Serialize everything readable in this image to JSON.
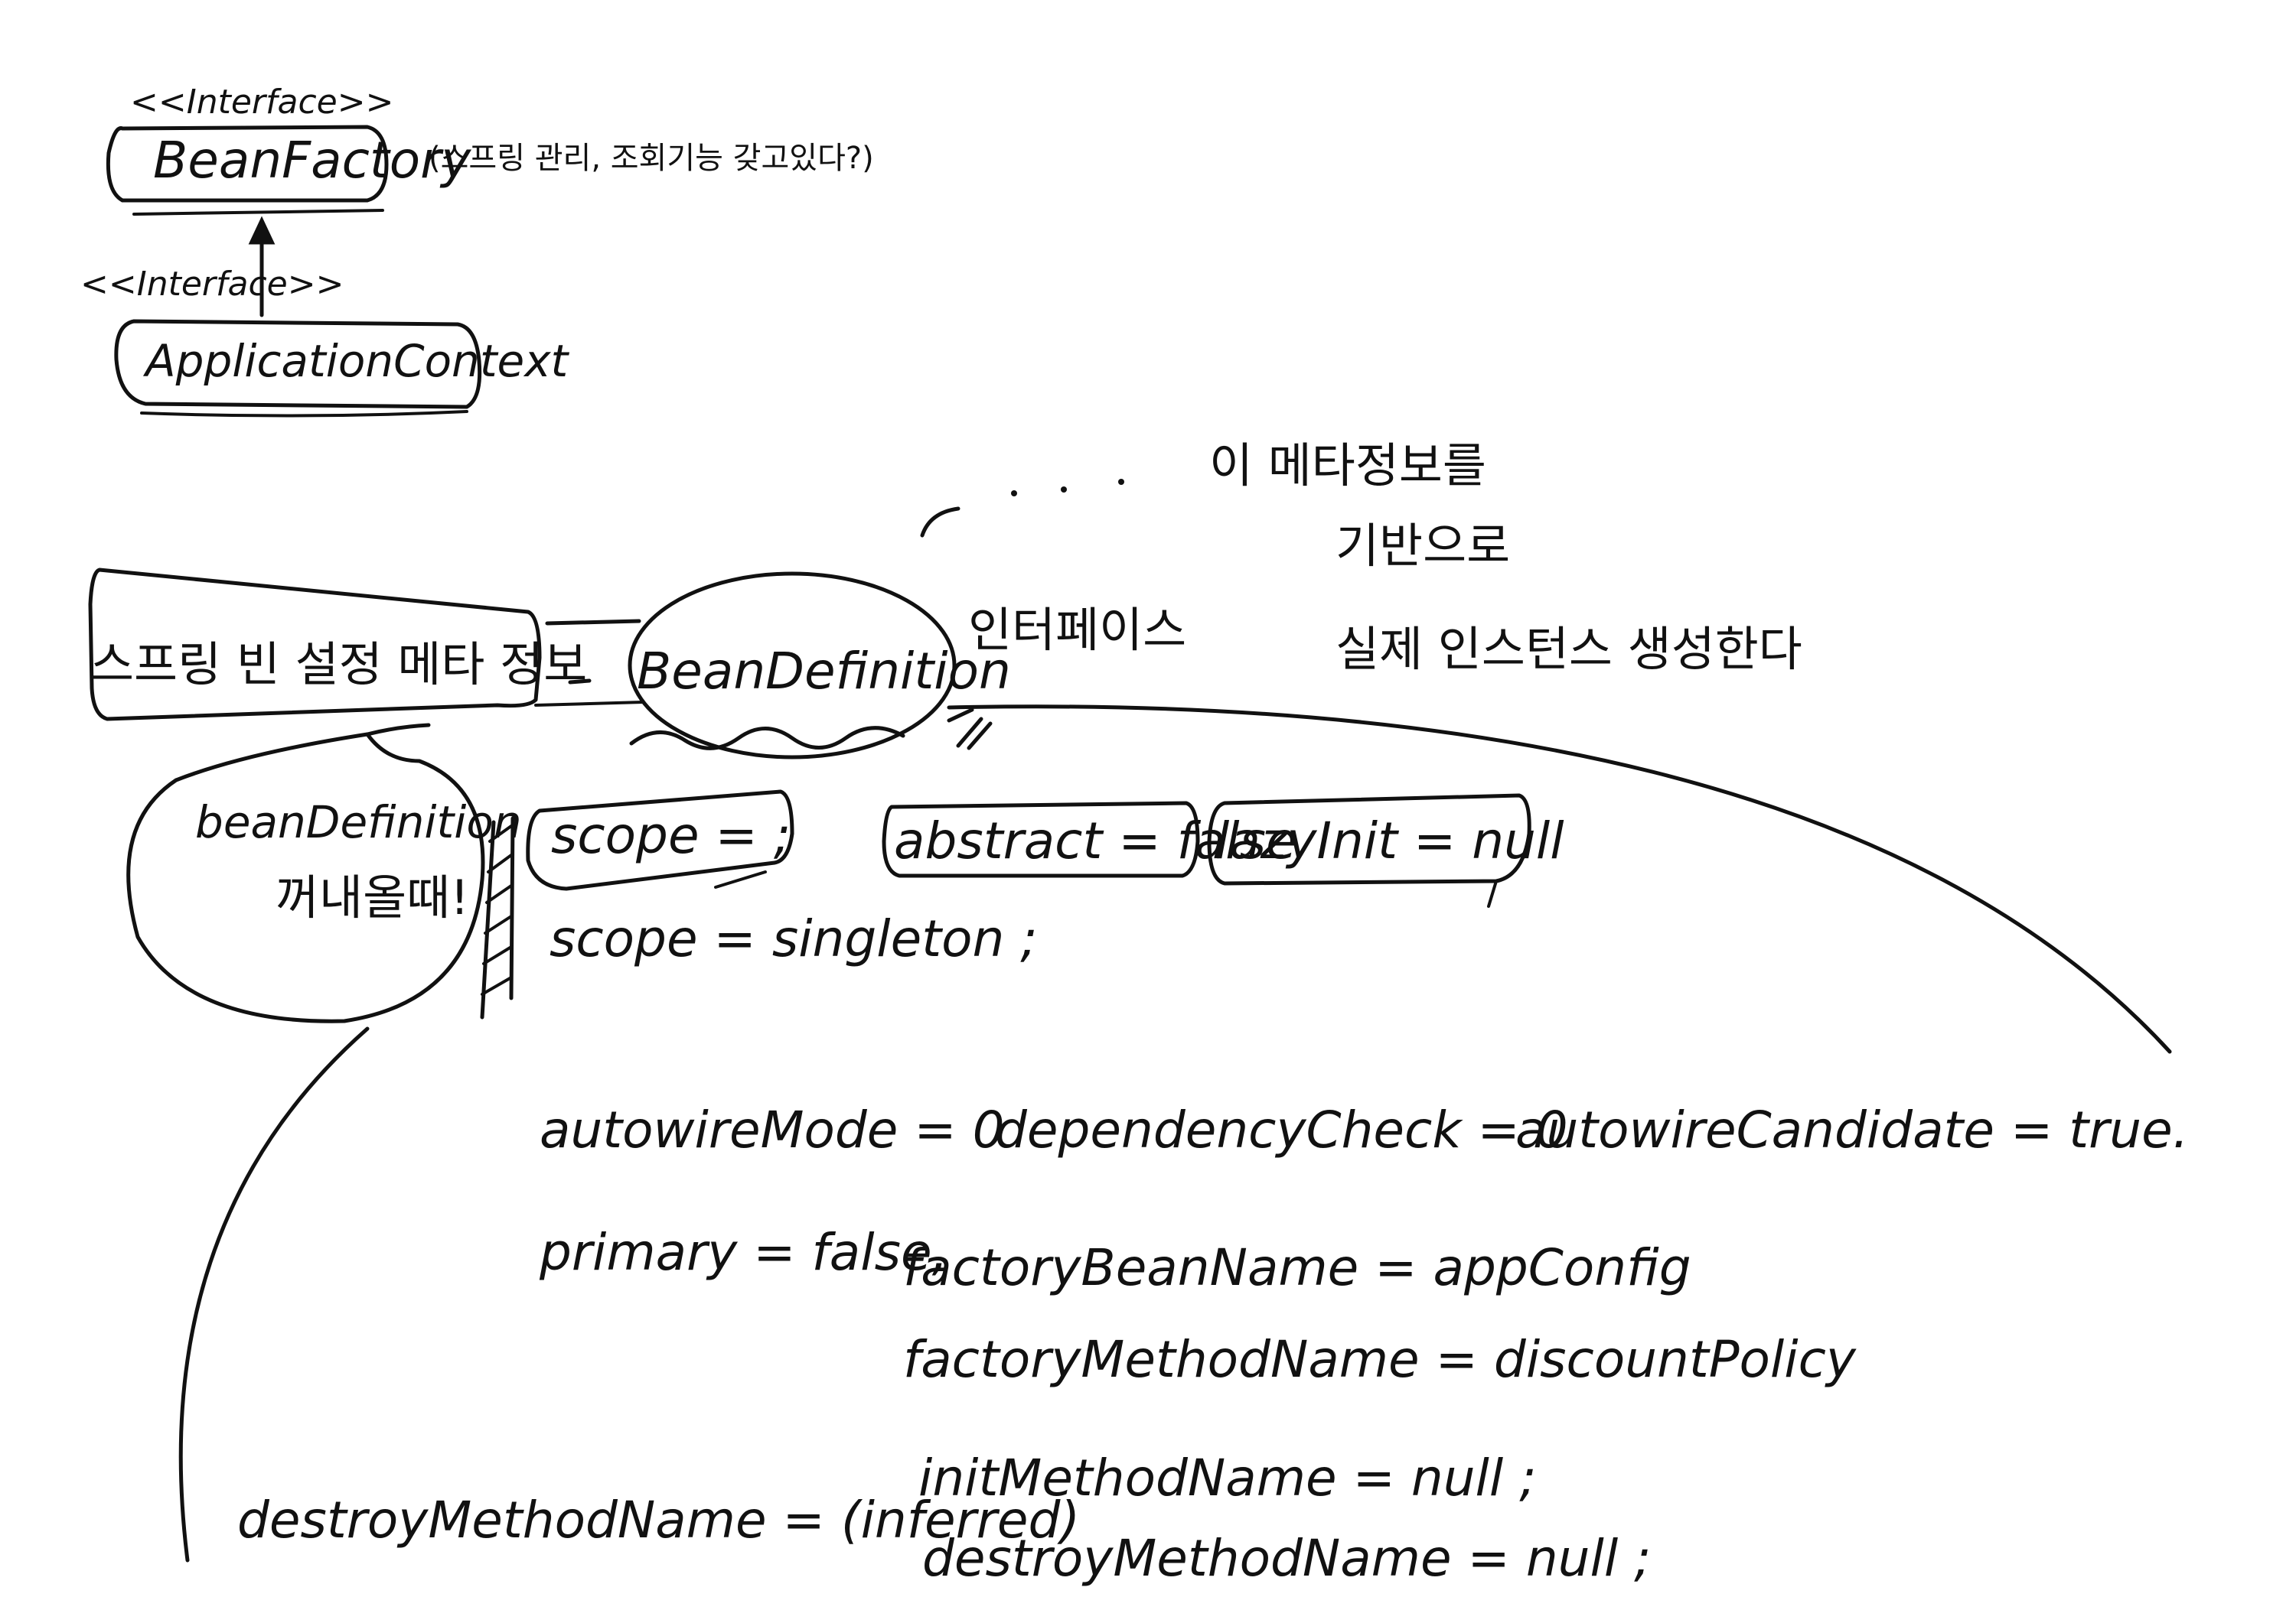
{
  "diagram": {
    "top": {
      "bean_factory": {
        "stereotype": "<<Interface>>",
        "name": "BeanFactory",
        "note": "(스프링 관리, 조회기능 갖고있다?)"
      },
      "application_context": {
        "stereotype": "<<Interface>>",
        "name": "ApplicationContext"
      }
    },
    "meta_note": {
      "line1": "이 메타정보를",
      "line2": "기반으로",
      "line3": "실제 인스턴스 생성한다"
    },
    "config_box": "스프링 빈 설정 메타 정보",
    "bean_definition": {
      "name": "BeanDefinition",
      "annotation": "인터페이스"
    },
    "bean_definition_bubble": {
      "line1": "beanDefinition",
      "line2": "꺼내올때!"
    },
    "properties": {
      "scope_empty": "scope = ;",
      "scope_singleton": "scope = singleton ;",
      "abstract": "abstract = false",
      "lazy_init": "lazyInit = null",
      "autowire_mode": "autowireMode = 0",
      "dependency_check": "dependencyCheck = 0",
      "autowire_candidate": "autowireCandidate = true.",
      "primary": "primary = false,",
      "factory_bean_name": "factoryBeanName = appConfig",
      "factory_method_name": "factoryMethodName = discountPolicy",
      "init_method_name": "initMethodName = null ;",
      "destroy_method_inferred": "destroyMethodName = (inferred)",
      "destroy_method_null": "destroyMethodName = null ;"
    },
    "ink_color": "#111111",
    "background": "#ffffff"
  }
}
